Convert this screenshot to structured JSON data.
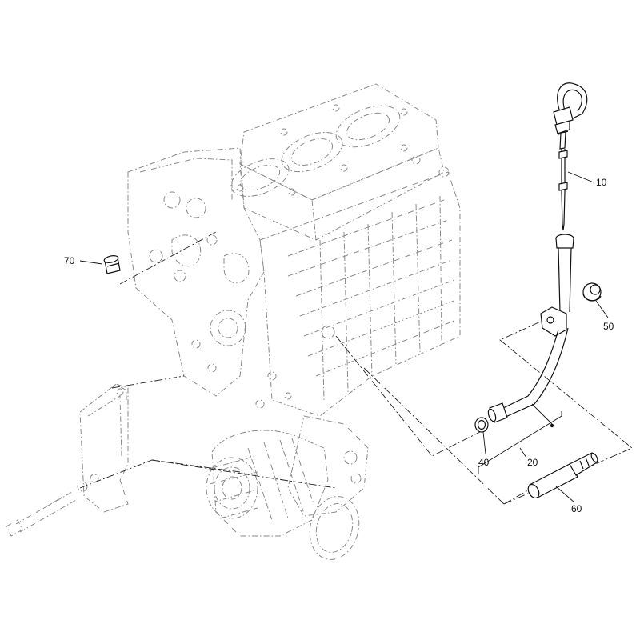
{
  "callouts": {
    "p10": "10",
    "p20": "20",
    "p40": "40",
    "p50": "50",
    "p60": "60",
    "p70": "70"
  },
  "colors": {
    "part_stroke": "#111111",
    "ghost_stroke": "#8a8a8a",
    "background": "#ffffff"
  }
}
